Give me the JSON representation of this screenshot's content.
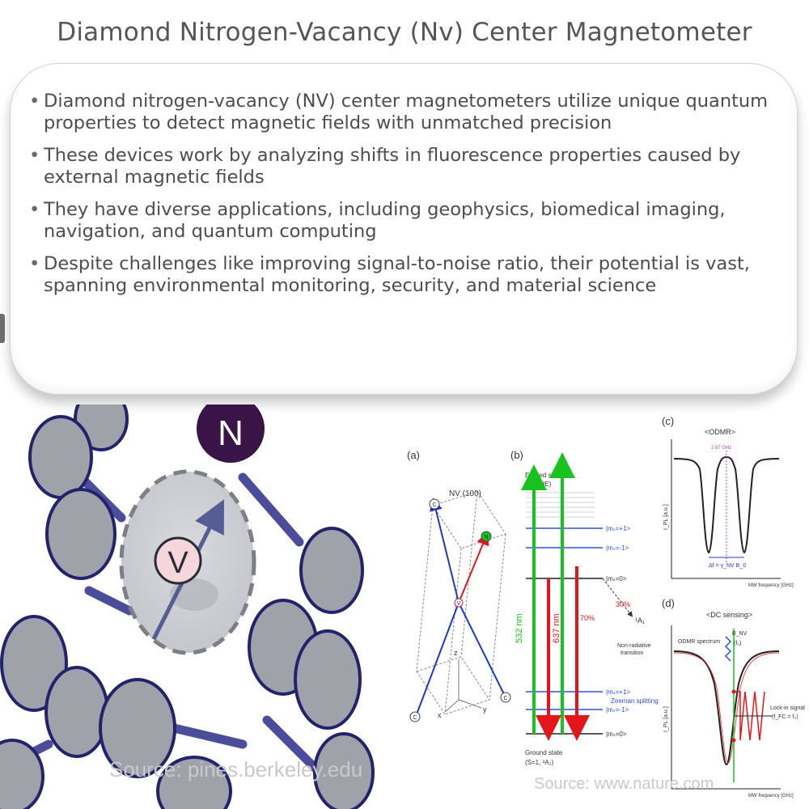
{
  "page": {
    "title": "Diamond Nitrogen-Vacancy (Nv) Center Magnetometer"
  },
  "bullets": [
    "Diamond nitrogen-vacancy (NV) center magnetometers utilize unique quantum properties to detect magnetic fields with unmatched precision",
    "These devices work by analyzing shifts in fluorescence properties caused by external magnetic fields",
    "They have diverse applications, including geophysics, biomedical imaging, navigation, and quantum computing",
    "Despite challenges like improving signal-to-noise ratio, their potential is vast, spanning environmental monitoring, security, and material science"
  ],
  "left_figure": {
    "n_label": "N",
    "v_label": "V",
    "source": "Source: pines.berkeley.edu"
  },
  "right_figure": {
    "source": "Source: www.nature.com",
    "panel_a": {
      "label": "(a)",
      "title": "NV (100)",
      "atom_c": "C",
      "atom_n": "N",
      "atom_v": "V",
      "axis_z": "z",
      "axis_x": "x",
      "axis_y": "y"
    },
    "panel_b": {
      "label": "(b)",
      "excited_state": "Excited state",
      "excited_spin": "(S=1, ³E)",
      "ms_p1": "|mₛ=+1>",
      "ms_m1": "|mₛ=-1>",
      "ms_0": "|mₛ=0>",
      "pct_30": "30%",
      "pct_70": "70%",
      "singlet": "¹A₁",
      "nonrad_1": "Non-radiative",
      "nonrad_2": "transition",
      "zeeman": "Zeeman splitting",
      "g_ms_p1": "|mₛ=+1>",
      "g_ms_m1": "|mₛ=-1>",
      "g_ms_0": "|mₛ=0>",
      "ground_state": "Ground state",
      "ground_spin": "(S=1, ³A₂)",
      "nm_532": "532 nm",
      "nm_637": "637 nm"
    },
    "panel_c": {
      "label": "(c)",
      "title": "<ODMR>",
      "center_freq": "2.87 GHz",
      "ylabel": "I_PL [a.u.]",
      "xlabel": "MW frequency [GHz]",
      "delta": "Δf = γ_NV B_0"
    },
    "panel_d": {
      "label": "(d)",
      "title": "<DC sensing>",
      "spectrum": "ODMR spectrum",
      "bnv": "B_NV",
      "f0": "(f₀)",
      "ylabel": "I_PL [a.u.]",
      "xlabel": "MW frequency [GHz]",
      "lockin_1": "Lock-in signal",
      "lockin_2": "(f_FC = f₀)"
    }
  },
  "colors": {
    "atom_fill": "#9fa2a8",
    "atom_stroke": "#23236d",
    "bond": "#4b4d9a",
    "n_atom": "#3a1347",
    "vacancy_fill": "#f5d6dc",
    "green": "#19c31f",
    "red": "#e3171b",
    "blue": "#3050e0"
  }
}
